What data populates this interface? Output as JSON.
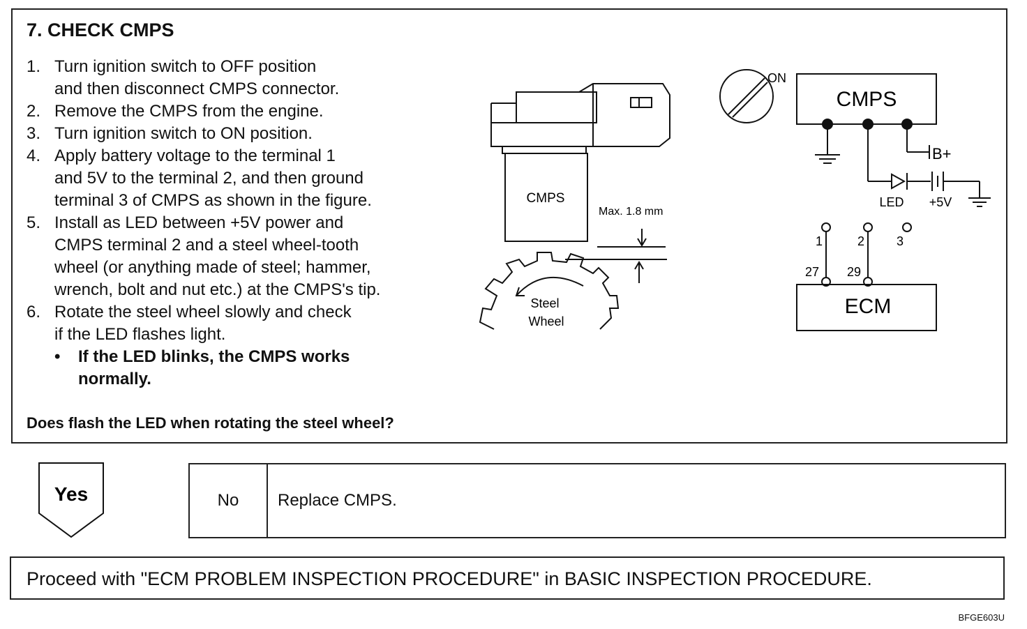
{
  "title": "7. CHECK CMPS",
  "steps": [
    {
      "num": "1.",
      "lines": [
        "Turn ignition switch to OFF position",
        "and then disconnect CMPS connector."
      ]
    },
    {
      "num": "2.",
      "lines": [
        "Remove the CMPS from the engine."
      ]
    },
    {
      "num": "3.",
      "lines": [
        "Turn ignition switch to ON position."
      ]
    },
    {
      "num": "4.",
      "lines": [
        "Apply battery voltage to the terminal 1",
        "and 5V to the terminal 2, and then ground",
        "terminal 3 of CMPS as shown in the figure."
      ]
    },
    {
      "num": "5.",
      "lines": [
        "Install as LED between +5V power and",
        "CMPS terminal 2 and a steel wheel-tooth",
        "wheel (or anything made of steel; hammer,",
        "wrench, bolt and nut etc.) at the CMPS's tip."
      ]
    },
    {
      "num": "6.",
      "lines": [
        "Rotate the steel wheel slowly and check",
        "if the LED flashes light."
      ]
    }
  ],
  "bullet": {
    "marker": "•",
    "lines": [
      "If the LED blinks, the CMPS works",
      "normally."
    ]
  },
  "question": "Does flash the LED when rotating the steel wheel?",
  "figure": {
    "sensor_label": "CMPS",
    "gap_label": "Max. 1.8 mm",
    "wheel_label_1": "Steel",
    "wheel_label_2": "Wheel",
    "switch_label": "ON",
    "cmps_box": "CMPS",
    "bplus": "B+",
    "led": "LED",
    "plus5v": "+5V",
    "pins": [
      "1",
      "2",
      "3"
    ],
    "ecm_pins": [
      "27",
      "29"
    ],
    "ecm_box": "ECM"
  },
  "yes_label": "Yes",
  "no_label": "No",
  "no_action": "Replace CMPS.",
  "proceed": "Proceed with \"ECM PROBLEM INSPECTION PROCEDURE\" in BASIC INSPECTION PROCEDURE.",
  "code": "BFGE603U"
}
